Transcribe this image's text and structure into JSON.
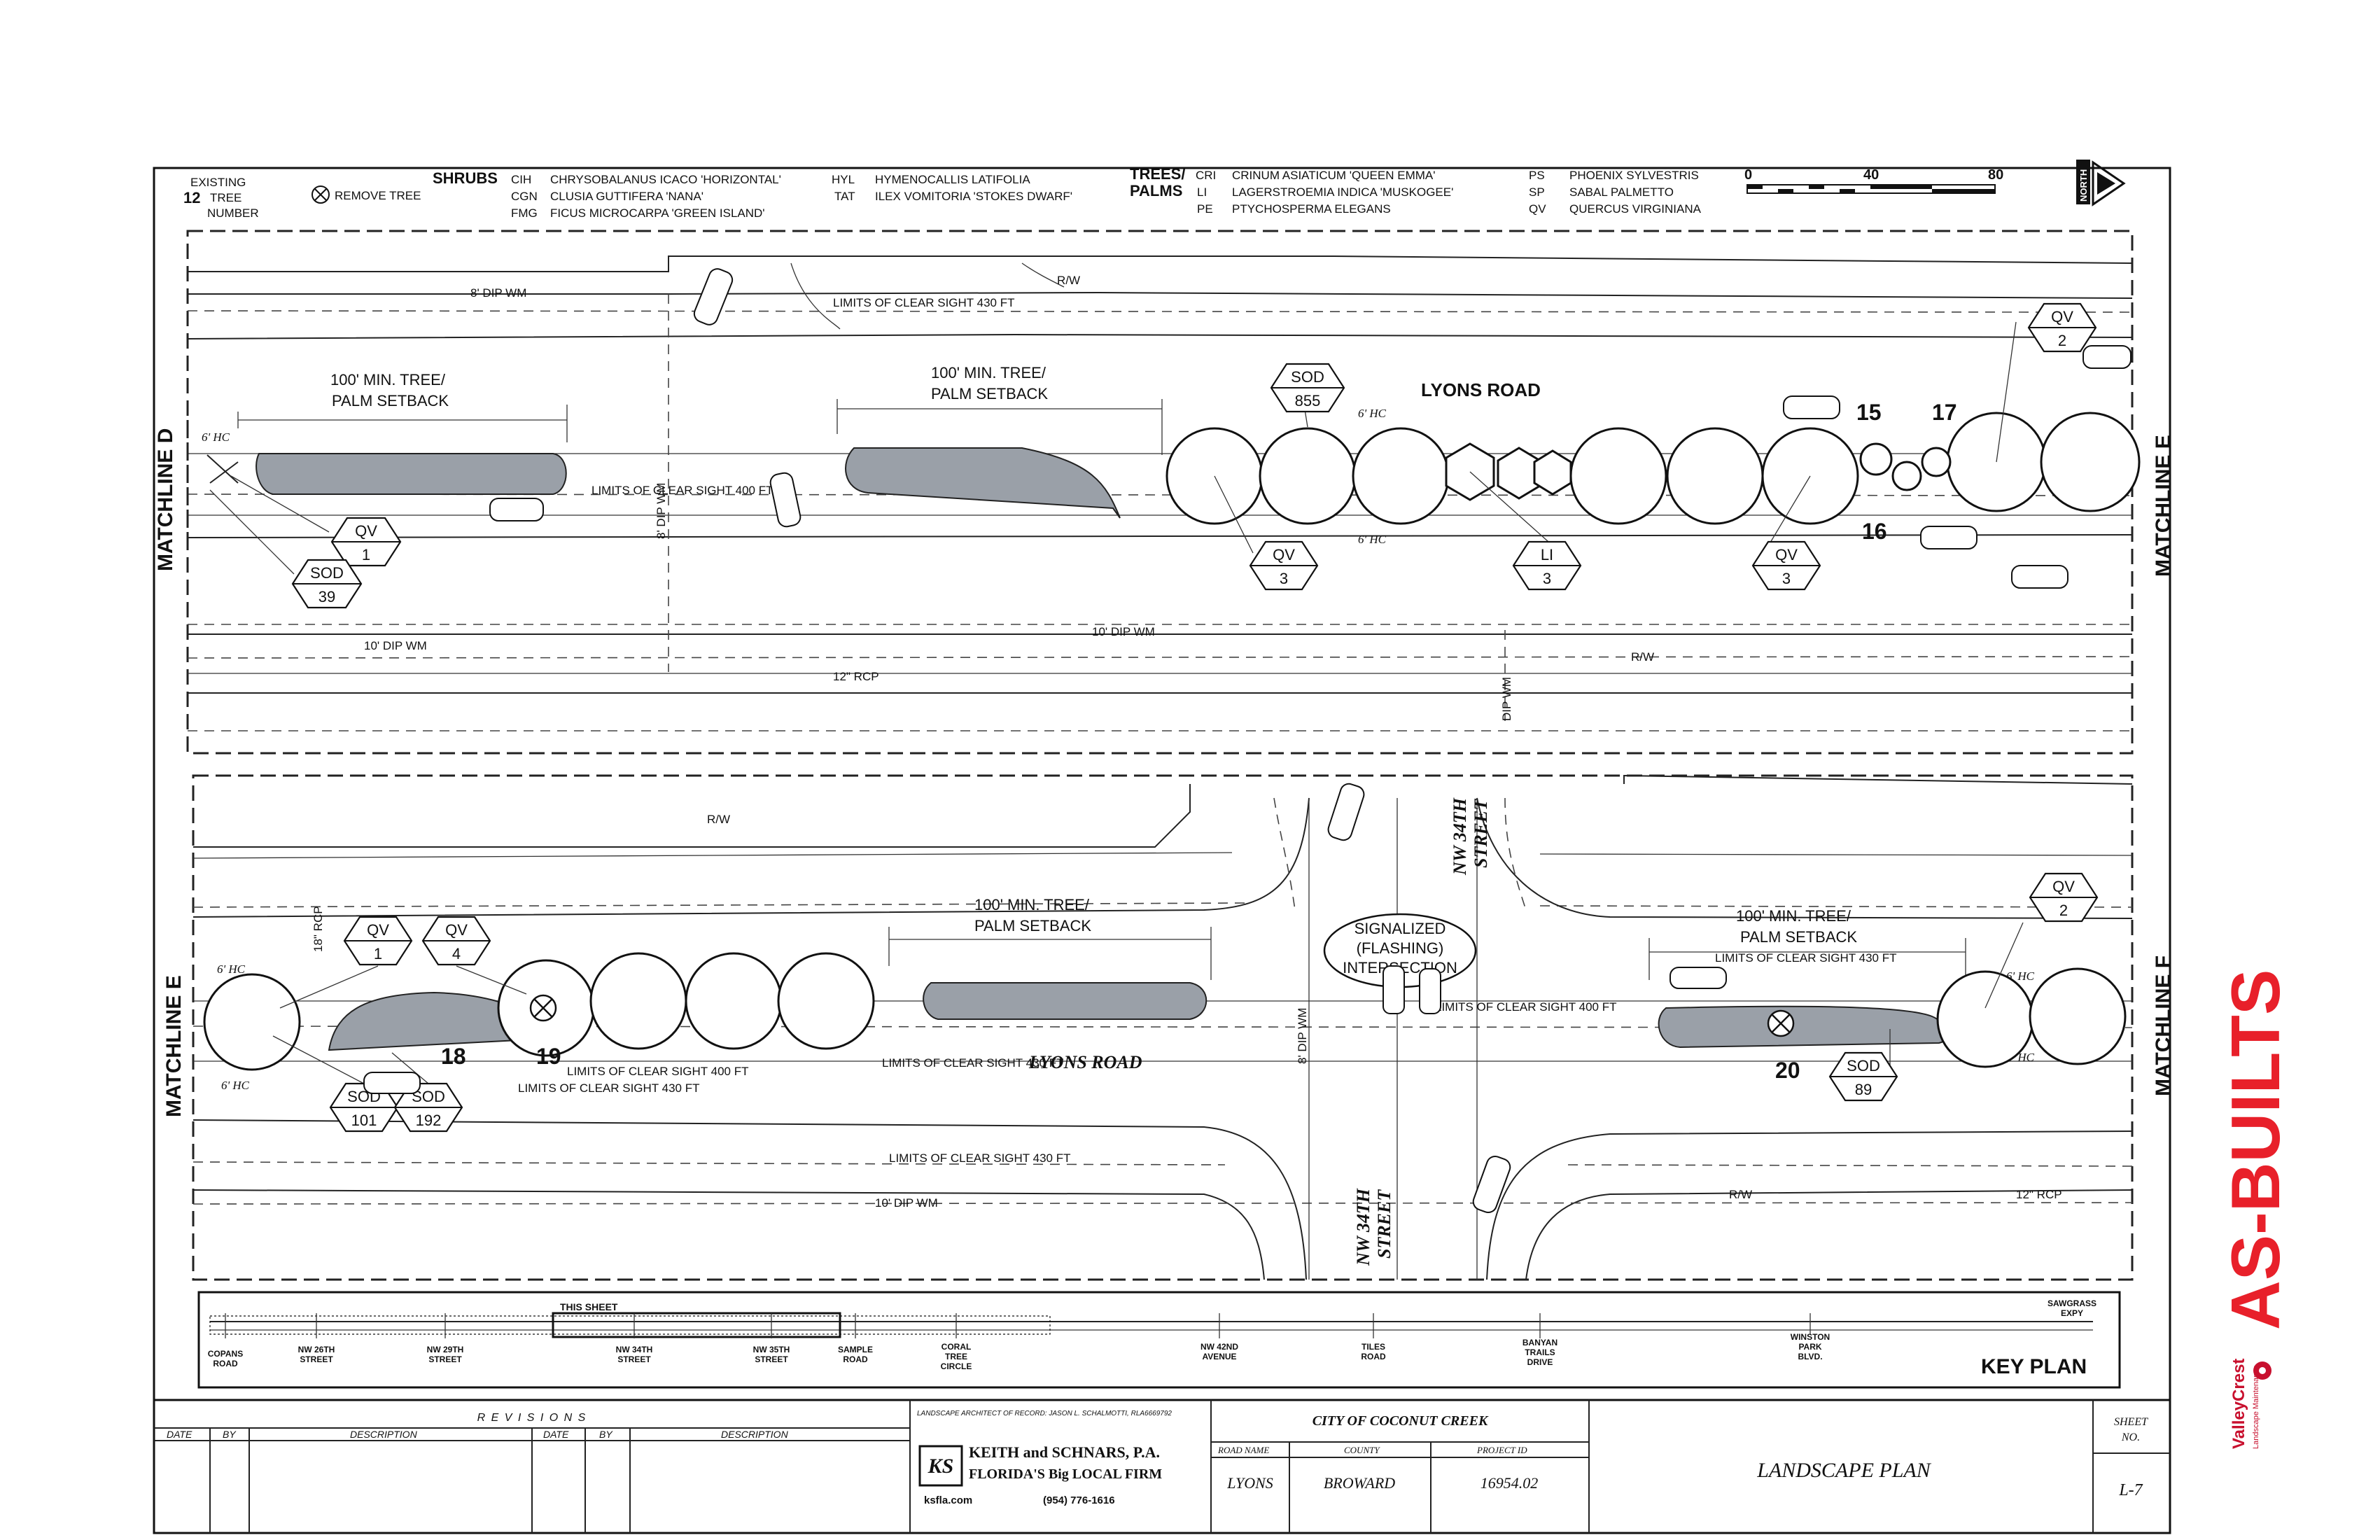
{
  "legend": {
    "existing_tree": [
      "EXISTING",
      "TREE",
      "NUMBER"
    ],
    "existing_tree_example": "12",
    "remove_tree": "REMOVE TREE",
    "shrubs_heading": "SHRUBS",
    "shrubs_col1": [
      {
        "code": "CIH",
        "name": "CHRYSOBALANUS ICACO 'HORIZONTAL'"
      },
      {
        "code": "CGN",
        "name": "CLUSIA GUTTIFERA 'NANA'"
      },
      {
        "code": "FMG",
        "name": "FICUS MICROCARPA 'GREEN ISLAND'"
      }
    ],
    "shrubs_col2": [
      {
        "code": "HYL",
        "name": "HYMENOCALLIS LATIFOLIA"
      },
      {
        "code": "TAT",
        "name": "ILEX VOMITORIA 'STOKES DWARF'"
      }
    ],
    "trees_heading": [
      "TREES/",
      "PALMS"
    ],
    "trees_col1": [
      {
        "code": "CRI",
        "name": "CRINUM ASIATICUM 'QUEEN EMMA'"
      },
      {
        "code": "LI",
        "name": "LAGERSTROEMIA INDICA 'MUSKOGEE'"
      },
      {
        "code": "PE",
        "name": "PTYCHOSPERMA ELEGANS"
      }
    ],
    "trees_col2": [
      {
        "code": "PS",
        "name": "PHOENIX SYLVESTRIS"
      },
      {
        "code": "SP",
        "name": "SABAL PALMETTO"
      },
      {
        "code": "QV",
        "name": "QUERCUS VIRGINIANA"
      }
    ]
  },
  "scale": {
    "ticks": [
      "0",
      "40",
      "80"
    ]
  },
  "north_arrow": {
    "label": "NORTH"
  },
  "top_plan": {
    "matchline_left": "MATCHLINE D",
    "matchline_right": "MATCHLINE E",
    "road_name": "LYONS ROAD",
    "setback_label": [
      "100' MIN. TREE/",
      "PALM SETBACK"
    ],
    "water_main_8": "8' DIP WM",
    "water_main_10": "10' DIP WM",
    "water_main_10b": "10' DIP WM",
    "rcp": "12\" RCP",
    "rw": "R/W",
    "rw2": "R/W",
    "clear_sight_430": "LIMITS OF CLEAR SIGHT 430 FT",
    "clear_sight_400": "LIMITS OF CLEAR SIGHT 400 FT",
    "hc": "6' HC",
    "dip_vert": "8' DIP WM",
    "dip_vert2": "DIP WM",
    "tree_numbers": [
      "15",
      "16",
      "17"
    ],
    "tags": [
      {
        "code": "QV",
        "qty": "1"
      },
      {
        "code": "SOD",
        "qty": "39"
      },
      {
        "code": "SOD",
        "qty": "855"
      },
      {
        "code": "QV",
        "qty": "3"
      },
      {
        "code": "LI",
        "qty": "3"
      },
      {
        "code": "QV",
        "qty": "3"
      },
      {
        "code": "QV",
        "qty": "2"
      }
    ]
  },
  "bottom_plan": {
    "matchline_left": "MATCHLINE E",
    "matchline_right": "MATCHLINE F",
    "road_name": "LYONS ROAD",
    "street_name": [
      "NW 34TH",
      "STREET"
    ],
    "street_name_b": [
      "NW 34TH",
      "STREET"
    ],
    "signal_label": [
      "SIGNALIZED",
      "(FLASHING)",
      "INTERSECTION"
    ],
    "setback_label": [
      "100' MIN. TREE/",
      "PALM SETBACK"
    ],
    "setback_label_b": [
      "100' MIN. TREE/",
      "PALM SETBACK"
    ],
    "clear_sight_400": "LIMITS OF CLEAR SIGHT 400 FT",
    "clear_sight_430": "LIMITS OF CLEAR SIGHT 430 FT",
    "clear_sight_430b": "LIMITS OF CLEAR SIGHT 430 FT",
    "clear_sight_400b": "LIMITS OF CLEAR SIGHT 400 FT",
    "clear_sight_430c": "LIMITS OF CLEAR SIGHT 430 FT",
    "water_main": "10' DIP WM",
    "rw": "R/W",
    "rw2": "R/W",
    "rcp": "12\" RCP",
    "rcp_vert": "18\" RCP",
    "dip_vert": "8' DIP WM",
    "hc": "6' HC",
    "tree_numbers": [
      "18",
      "19",
      "20"
    ],
    "tags": [
      {
        "code": "QV",
        "qty": "1"
      },
      {
        "code": "QV",
        "qty": "4"
      },
      {
        "code": "SOD",
        "qty": "101"
      },
      {
        "code": "SOD",
        "qty": "192"
      },
      {
        "code": "SOD",
        "qty": "89"
      },
      {
        "code": "QV",
        "qty": "2"
      }
    ]
  },
  "key_plan": {
    "title": "KEY PLAN",
    "this_sheet": "THIS SHEET",
    "streets": [
      [
        "COPANS",
        "ROAD"
      ],
      [
        "NW 26TH",
        "STREET"
      ],
      [
        "NW 29TH",
        "STREET"
      ],
      [
        "NW 34TH",
        "STREET"
      ],
      [
        "NW 35TH",
        "STREET"
      ],
      [
        "SAMPLE",
        "ROAD"
      ],
      [
        "CORAL",
        "TREE",
        "CIRCLE"
      ],
      [
        "NW 42ND",
        "AVENUE"
      ],
      [
        "TILES",
        "ROAD"
      ],
      [
        "BANYAN",
        "TRAILS",
        "DRIVE"
      ],
      [
        "WINSTON",
        "PARK",
        "BLVD."
      ],
      [
        "SAWGRASS",
        "EXPY"
      ]
    ]
  },
  "title_block": {
    "revisions": "R E V I S I O N S",
    "col_date": "DATE",
    "col_by": "BY",
    "col_description": "DESCRIPTION",
    "firm_header": "LANDSCAPE ARCHITECT OF RECORD: JASON L. SCHALMOTTI, RLA6669792",
    "firm_name": "KEITH and SCHNARS, P.A.",
    "firm_tagline": "FLORIDA'S Big LOCAL FIRM",
    "firm_logo": "KS",
    "firm_web": "ksfla.com",
    "firm_phone": "(954) 776-1616",
    "city": "CITY OF COCONUT CREEK",
    "road_name_label": "ROAD NAME",
    "county_label": "COUNTY",
    "project_label": "PROJECT ID",
    "road_name": "LYONS",
    "county": "BROWARD",
    "project_id": "16954.02",
    "sheet_title": "LANDSCAPE PLAN",
    "sheet_no_label": [
      "SHEET",
      "NO."
    ],
    "sheet_no": "L-7"
  },
  "stamp": {
    "text": "AS-BUILTS",
    "color": "#e8202a"
  },
  "brand": {
    "name": "ValleyCrest",
    "tagline": "Landscape Maintenance",
    "color": "#c8102e"
  },
  "colors": {
    "bed_fill": "#9aa0a8",
    "ink": "#111111"
  }
}
